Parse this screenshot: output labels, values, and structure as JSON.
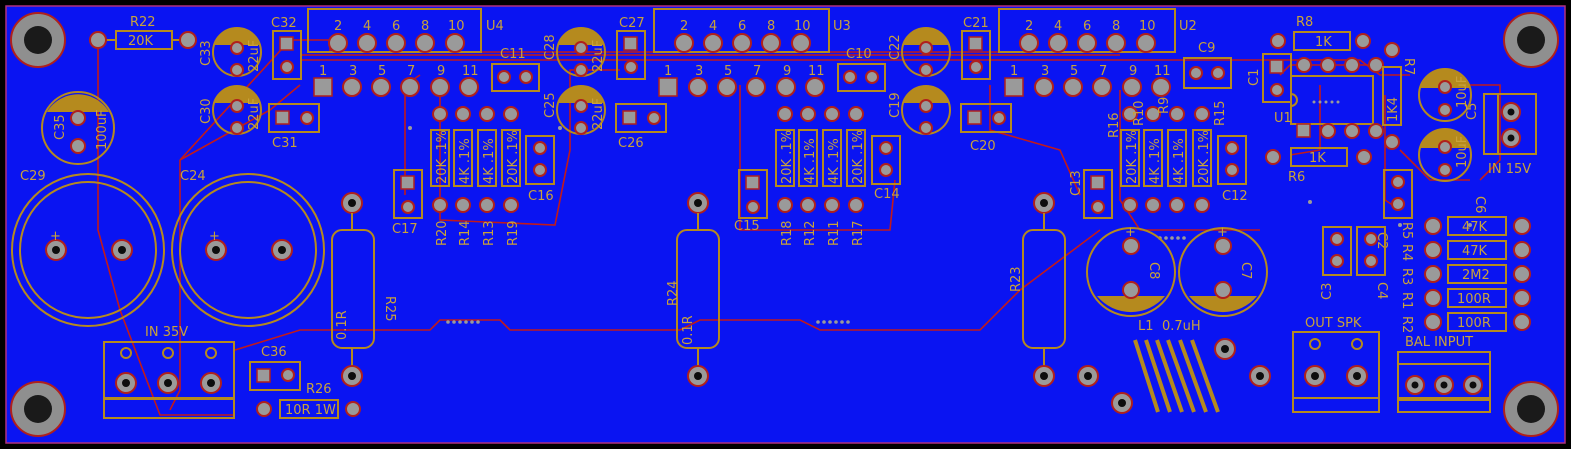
{
  "colors": {
    "board": "#0a14f2",
    "background": "#000000",
    "silkscreen": "#b58a1e",
    "trace": "#c21a1a",
    "pad": "#9a9a9a",
    "outline": "#b03080"
  },
  "connectors": {
    "in35": "IN 35V",
    "in15": "IN 15V",
    "out_spk": "OUT SPK",
    "bal_input": "BAL INPUT"
  },
  "ics": {
    "u4": {
      "ref": "U4",
      "top_pins": [
        "2",
        "4",
        "6",
        "8",
        "10"
      ],
      "bottom_pins": [
        "1",
        "3",
        "5",
        "7",
        "9",
        "11"
      ]
    },
    "u3": {
      "ref": "U3",
      "top_pins": [
        "2",
        "4",
        "6",
        "8",
        "10"
      ],
      "bottom_pins": [
        "1",
        "3",
        "5",
        "7",
        "9",
        "11"
      ]
    },
    "u2": {
      "ref": "U2",
      "top_pins": [
        "2",
        "4",
        "6",
        "8",
        "10"
      ],
      "bottom_pins": [
        "1",
        "3",
        "5",
        "7",
        "9",
        "11"
      ]
    },
    "u1": {
      "ref": "U1"
    }
  },
  "electrolytics": {
    "c33": {
      "ref": "C33",
      "value": "22uF"
    },
    "c30": {
      "ref": "C30",
      "value": "22uF"
    },
    "c28": {
      "ref": "C28",
      "value": "22uF"
    },
    "c25": {
      "ref": "C25",
      "value": "22uF"
    },
    "c35": {
      "ref": "C35",
      "value": "100uF"
    },
    "c22": {
      "ref": "C22"
    },
    "c19": {
      "ref": "C19"
    },
    "c5": {
      "ref": "C5",
      "value": "10uF"
    },
    "c6": {
      "ref": "C6",
      "value": "10uF"
    },
    "c29": {
      "ref": "C29"
    },
    "c24": {
      "ref": "C24"
    },
    "c8": {
      "ref": "C8"
    },
    "c7": {
      "ref": "C7"
    }
  },
  "caps": {
    "c32": "C32",
    "c31": "C31",
    "c27": "C27",
    "c26": "C26",
    "c21": "C21",
    "c20": "C20",
    "c11": "C11",
    "c10": "C10",
    "c9": "C9",
    "c1": "C1",
    "c17": "C17",
    "c16": "C16",
    "c15": "C15",
    "c14": "C14",
    "c13": "C13",
    "c12": "C12",
    "c2": "C2",
    "c3": "C3",
    "c4": "C4",
    "c36": "C36"
  },
  "resistors": {
    "r22": {
      "ref": "R22",
      "value": "20K"
    },
    "r8": {
      "ref": "R8",
      "value": "1K"
    },
    "r6": {
      "ref": "R6",
      "value": "1K"
    },
    "r7": {
      "ref": "R7",
      "value": "1K4"
    },
    "r26": {
      "ref": "R26",
      "value": "10R 1W"
    },
    "r25": {
      "ref": "R25",
      "value": "0.1R"
    },
    "r24": {
      "ref": "R24",
      "value": "0.1R"
    },
    "r23": {
      "ref": "R23"
    },
    "r5": {
      "ref": "R5",
      "value": "47K"
    },
    "r4": {
      "ref": "R4",
      "value": "47K"
    },
    "r3": {
      "ref": "R3",
      "value": "2M2"
    },
    "r1": {
      "ref": "R1",
      "value": "100R"
    },
    "r2": {
      "ref": "R2",
      "value": "100R"
    }
  },
  "resistor_arrays": {
    "u4_group": {
      "values": [
        "20K .1%",
        "4K .1%",
        "4K .1%",
        "20K .1%"
      ],
      "refs": [
        "R20",
        "R14",
        "R13",
        "R19"
      ]
    },
    "u3_group": {
      "values": [
        "20K .1%",
        "4K .1%",
        "4K .1%",
        "20K .1%"
      ],
      "refs": [
        "R18",
        "R12",
        "R11",
        "R17"
      ]
    },
    "u2_group": {
      "values": [
        "20K .1%",
        "4K .1%",
        "4K .1%",
        "20K .1%"
      ],
      "refs": [
        "R16",
        "R10",
        "R9",
        "R15"
      ]
    }
  },
  "inductor": {
    "ref": "L1",
    "value": "0.7uH"
  }
}
